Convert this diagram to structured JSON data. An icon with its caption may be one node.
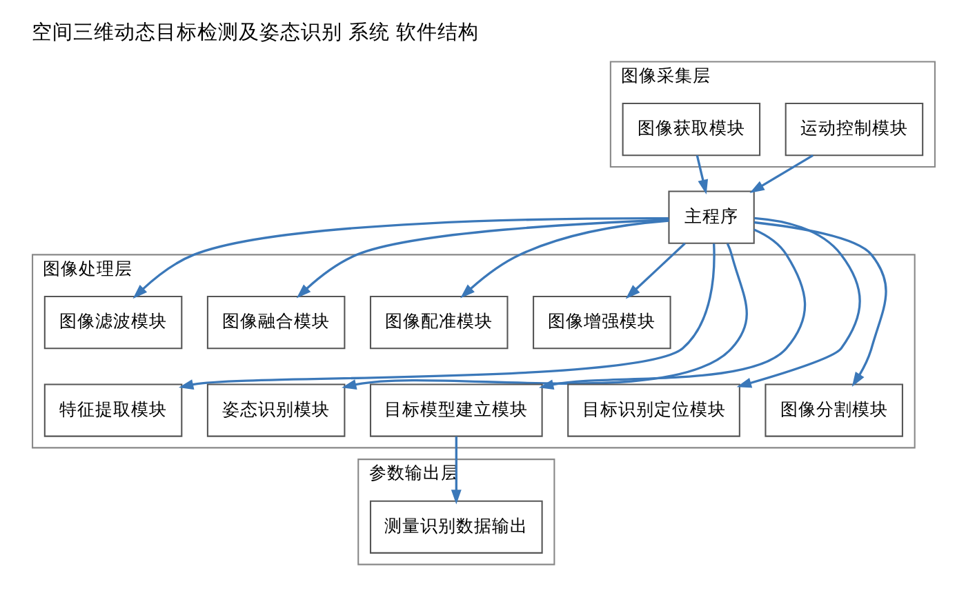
{
  "diagram": {
    "title": "空间三维动态目标检测及姿态识别 系统 软件结构",
    "nodes": [
      {
        "text": [
          "图像采集层"
        ]
      },
      {
        "text": [
          "运动控制模块"
        ],
        "in": 0
      },
      {
        "text": [
          "图像获取模块"
        ],
        "in": 0
      },
      {
        "text": [
          "主程序"
        ]
      },
      {
        "text": [
          "图像处理层"
        ]
      },
      {
        "text": [
          "图像增强模块"
        ],
        "in": 4
      },
      {
        "text": [
          "图像配准模块"
        ],
        "in": 4
      },
      {
        "text": [
          "图像融合模块"
        ],
        "in": 4
      },
      {
        "text": [
          "图像滤波模块"
        ],
        "in": 4
      },
      {
        "text": [
          "特征提取模块"
        ],
        "in": 4
      },
      {
        "text": [
          "姿态识别模块"
        ],
        "in": 4
      },
      {
        "text": [
          "目标模型建立模块"
        ],
        "in": 4
      },
      {
        "text": [
          "目标识别定位模块"
        ],
        "in": 4
      },
      {
        "text": [
          "图像分割模块"
        ],
        "in": 4
      },
      {
        "text": [
          "参数输出层"
        ]
      },
      {
        "text": [
          "测量识别数据输出"
        ],
        "in": 14
      }
    ],
    "edges": [
      {
        "from": 1,
        "to": 3,
        "arrow": "to"
      },
      {
        "from": 2,
        "to": 3,
        "arrow": "to"
      },
      {
        "from": 3,
        "to": 9,
        "arrow": "to"
      },
      {
        "from": 3,
        "to": 5,
        "arrow": "to"
      },
      {
        "from": 3,
        "to": 10,
        "arrow": "to"
      },
      {
        "from": 3,
        "to": 6,
        "arrow": "to"
      },
      {
        "from": 3,
        "to": 11,
        "arrow": "to"
      },
      {
        "from": 3,
        "to": 7,
        "arrow": "to"
      },
      {
        "from": 3,
        "to": 12,
        "arrow": "to"
      },
      {
        "from": 3,
        "to": 8,
        "arrow": "to"
      },
      {
        "from": 3,
        "to": 13,
        "arrow": "to"
      },
      {
        "from": 11,
        "to": 15,
        "arrow": "to"
      }
    ]
  }
}
